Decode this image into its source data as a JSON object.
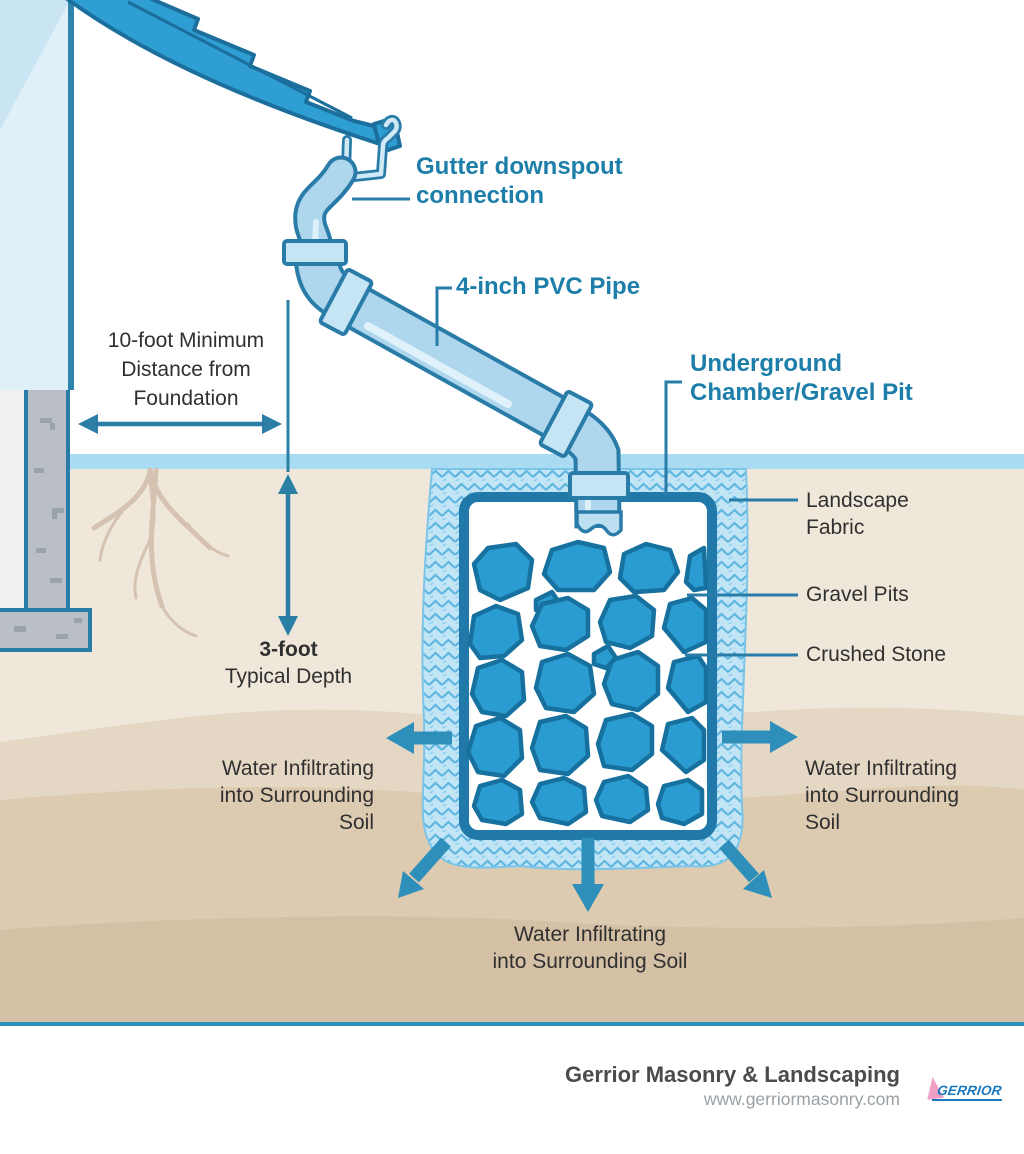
{
  "labels": {
    "gutter": [
      "Gutter downspout",
      "connection"
    ],
    "pvc": "4-inch PVC Pipe",
    "underground": [
      "Underground",
      "Chamber/Gravel Pit"
    ],
    "distance": [
      "10-foot Minimum",
      "Distance from",
      "Foundation"
    ],
    "landscape_fabric": [
      "Landscape",
      "Fabric"
    ],
    "gravel_pits": "Gravel Pits",
    "crushed_stone": "Crushed Stone",
    "depth_value": "3-foot",
    "depth_caption": "Typical Depth",
    "water_left": [
      "Water Infiltrating",
      "into Surrounding",
      "Soil"
    ],
    "water_right": [
      "Water Infiltrating",
      "into Surrounding",
      "Soil"
    ],
    "water_bottom": [
      "Water Infiltrating",
      "into Surrounding Soil"
    ]
  },
  "footer": {
    "company": "Gerrior Masonry & Landscaping",
    "website": "www.gerriormasonry.com",
    "logo_text": "GERRIOR"
  },
  "colors": {
    "label_teal": "#1d7ea9",
    "text_dark": "#303030",
    "roof_blue": "#2f9ed3",
    "outline_teal": "#2a7ca8",
    "pipe_light": "#aed7ee",
    "surface_band": "#a9dbf2",
    "soil_light": "#efe8da",
    "soil_mid": "#e4d7c4",
    "soil_dark": "#dccab1",
    "soil_deep": "#d4c0a5",
    "fabric_base": "#c2e5f6",
    "fabric_line": "#5fb6e0",
    "stone_fill": "#2b9cd1",
    "stone_edge": "#16719f",
    "arrow_dim": "#2b7fa5",
    "arrow_big": "#2e8fba",
    "foundation_gray": "#b9bfc5",
    "footer_text": "#4b4b4b",
    "footer_url": "#9aa0a4",
    "logo_blue": "#1878c0",
    "logo_pink": "#f0a0c4"
  }
}
